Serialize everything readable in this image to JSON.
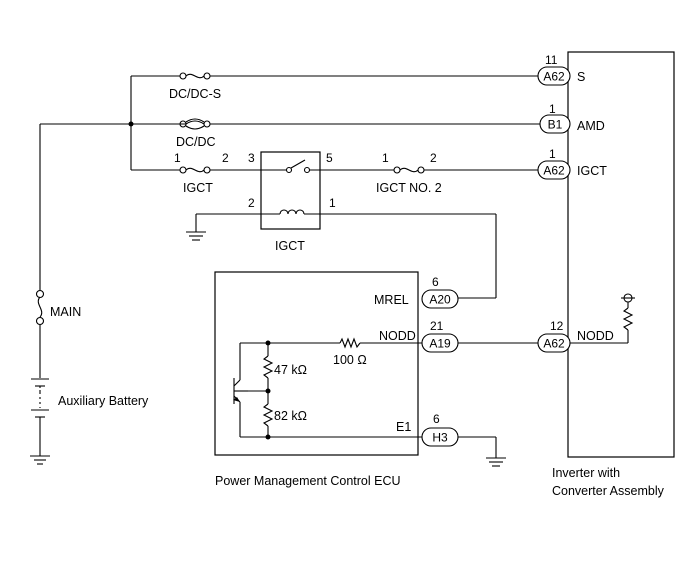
{
  "components": {
    "inverter": [
      "Inverter with",
      "Converter Assembly"
    ],
    "ecu": "Power Management Control ECU",
    "igct_relay": "IGCT",
    "battery": "Auxiliary Battery",
    "fuse_main": "MAIN"
  },
  "fuses": {
    "dcdc_s": "DC/DC-S",
    "dcdc": "DC/DC",
    "igct": "IGCT",
    "igct_no2": "IGCT NO. 2"
  },
  "pins": {
    "p11": "11",
    "p1a": "1",
    "p1b": "1",
    "igct_1": "1",
    "igct_2": "2",
    "relay_3": "3",
    "relay_5": "5",
    "relay_2": "2",
    "relay_1": "1",
    "no2_1": "1",
    "no2_2": "2",
    "a20_6": "6",
    "a19_21": "21",
    "h3_6": "6",
    "a62_12": "12"
  },
  "connectors": {
    "a62_s": "A62",
    "b1": "B1",
    "a62_igct": "A62",
    "a20": "A20",
    "a19": "A19",
    "h3": "H3",
    "a62_nodd": "A62"
  },
  "terminals": {
    "s": "S",
    "amd": "AMD",
    "igct": "IGCT",
    "nodd_inv": "NODD",
    "mrel": "MREL",
    "nodd_ecu": "NODD",
    "e1": "E1"
  },
  "resistors": {
    "r100": "100 Ω",
    "r47": "47 kΩ",
    "r82": "82 kΩ"
  }
}
